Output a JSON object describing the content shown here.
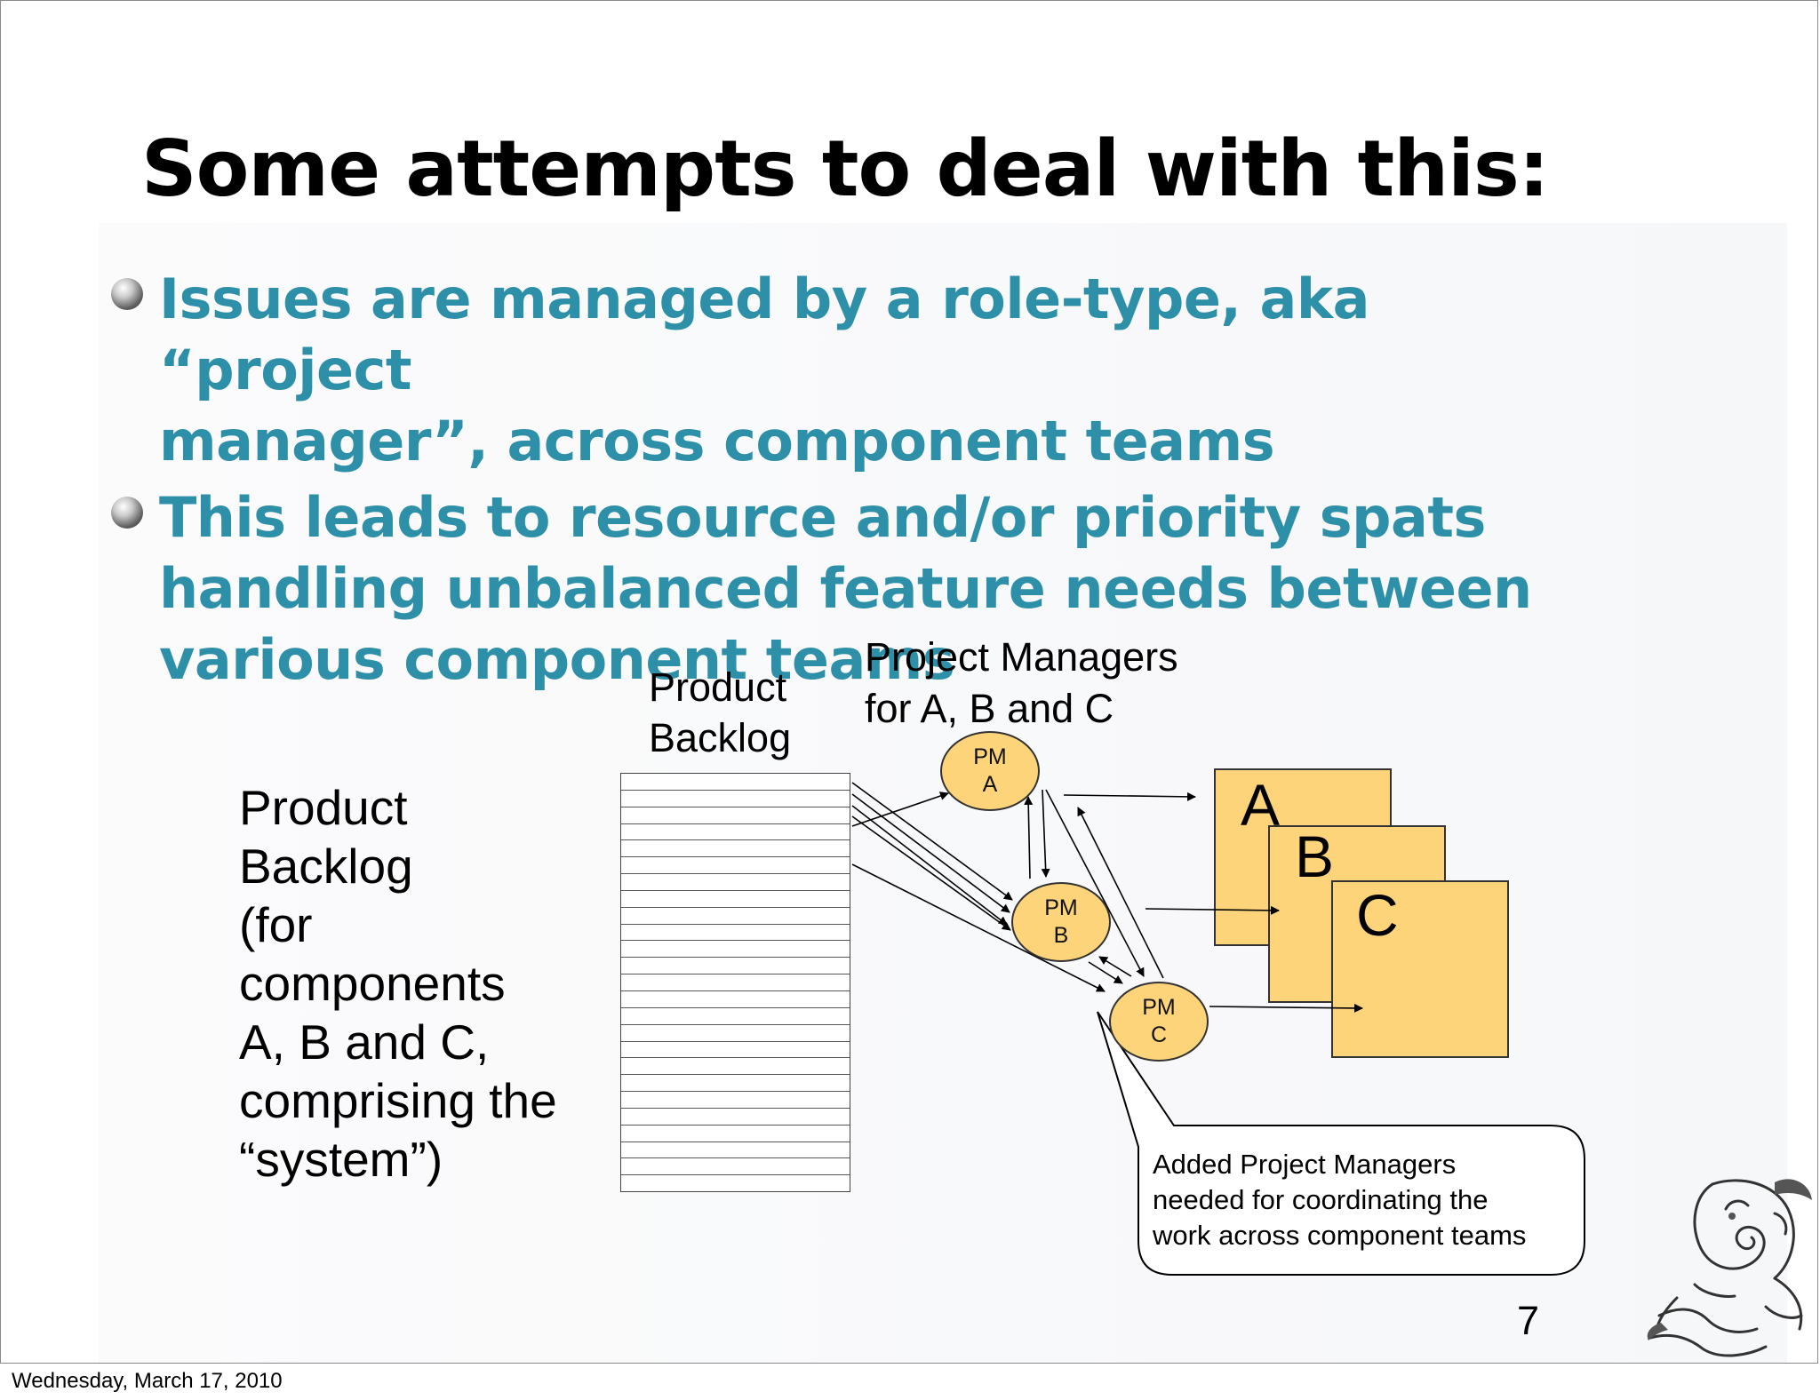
{
  "slide": {
    "title": "Some attempts to deal with this:",
    "bullets": [
      {
        "lines": [
          "Issues are managed by a role-type, aka “project",
          "manager”, across component teams"
        ]
      },
      {
        "lines": [
          "This leads to resource and/or priority spats",
          "handling unbalanced feature needs between",
          "various component teams"
        ]
      }
    ],
    "diagram": {
      "left_label_lines": [
        "Product",
        "Backlog",
        "(for",
        "components",
        "A, B and C,",
        "comprising the",
        "“system”)"
      ],
      "backlog_label_lines": [
        "Product",
        "Backlog"
      ],
      "backlog_row_count": 25,
      "pm_label_lines": [
        "Project Managers",
        "for A, B and C"
      ],
      "pm_nodes": [
        {
          "line1": "PM",
          "line2": "A"
        },
        {
          "line1": "PM",
          "line2": "B"
        },
        {
          "line1": "PM",
          "line2": "C"
        }
      ],
      "teams": [
        "A",
        "B",
        "C"
      ],
      "callout_lines": [
        "Added Project Managers",
        "needed for coordinating the",
        "work across component teams"
      ]
    },
    "page_number": "7",
    "logo_icon": "elephant-logo-icon",
    "colors": {
      "bullet_text": "#2e90a8",
      "node_fill": "#fdd47a"
    }
  },
  "footer": {
    "date": "Wednesday, March 17, 2010"
  }
}
